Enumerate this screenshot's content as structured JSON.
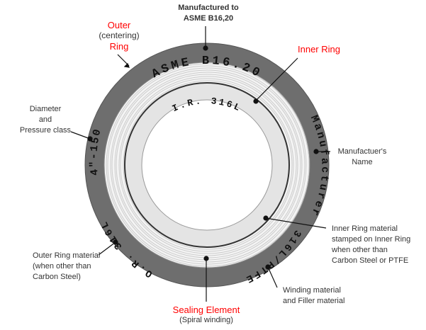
{
  "colors": {
    "outer_ring": "#6e6e6e",
    "spiral": "#f4f4f4",
    "inner_ring": "#e4e4e4",
    "accent": "#ff0000"
  },
  "stamps": {
    "top": "ASME B16.20",
    "inner": "I.R. 316L",
    "right": "Manufacturer",
    "bottom_right": "316L/PTFE",
    "bottom_left": "O.R. 316L",
    "left": "4\"-150"
  },
  "labels": {
    "manufactured_to": [
      "Manufactured to",
      "ASME B16,20"
    ],
    "outer_ring": [
      "Outer",
      "(centering)",
      "Ring"
    ],
    "inner_ring": "Inner Ring",
    "diameter": [
      "Diameter",
      "and",
      "Pressure class"
    ],
    "manufacturer_name": [
      "Manufactuer's",
      "Name"
    ],
    "inner_ring_material": [
      "Inner Ring material",
      "stamped on Inner Ring",
      "when other than",
      "Carbon Steel or PTFE"
    ],
    "outer_ring_material": [
      "Outer Ring material",
      "(when other than",
      "Carbon Steel)"
    ],
    "winding_material": [
      "Winding material",
      "and Filler material"
    ],
    "sealing_element": [
      "Sealing Element",
      "(Spiral winding)"
    ]
  }
}
